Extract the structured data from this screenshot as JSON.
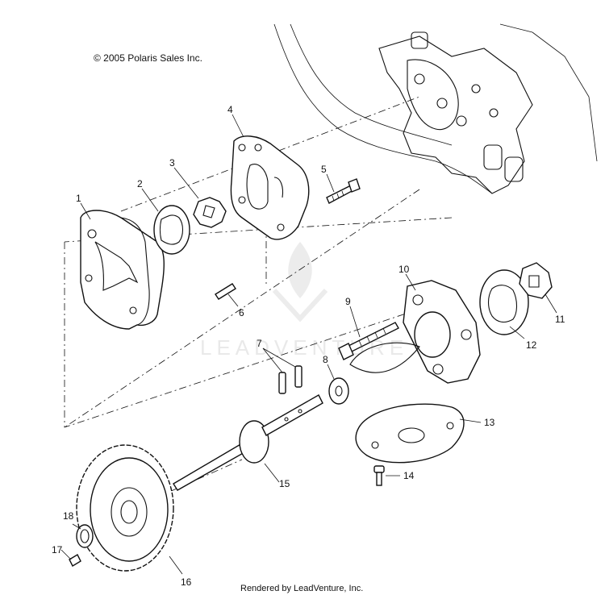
{
  "diagram": {
    "copyright": "© 2005 Polaris Sales Inc.",
    "footer": "Rendered by LeadVenture, Inc.",
    "watermark": "LEADVENTURE",
    "callouts": {
      "c1": "1",
      "c2": "2",
      "c3": "3",
      "c4": "4",
      "c5": "5",
      "c6": "6",
      "c7": "7",
      "c8": "8",
      "c9": "9",
      "c10": "10",
      "c11": "11",
      "c12": "12",
      "c13": "13",
      "c14": "14",
      "c15": "15",
      "c16": "16",
      "c17": "17",
      "c18": "18"
    }
  }
}
